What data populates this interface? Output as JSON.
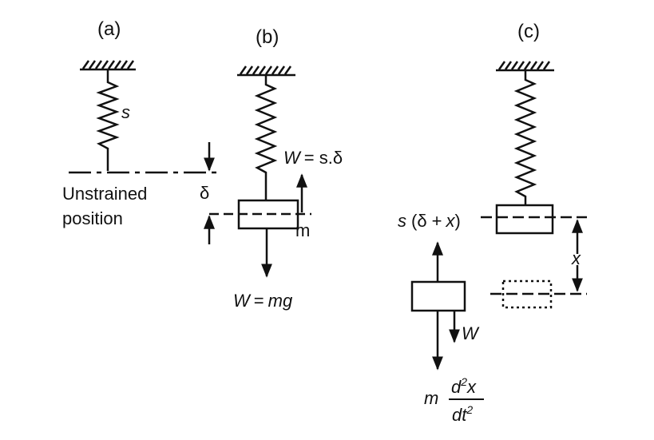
{
  "panels": {
    "a": {
      "label": "(a)",
      "spring_label": "s",
      "unstrained_line1": "Unstrained",
      "unstrained_line2": "position",
      "delta": "δ"
    },
    "b": {
      "label": "(b)",
      "spring_force_var": "W",
      "spring_force_rhs": "= s.δ",
      "mass_label": "m",
      "weight_var": "W",
      "weight_eq": "=",
      "weight_rhs": "mg"
    },
    "c": {
      "label": "(c)",
      "spring_force_s": "s",
      "spring_force_open": "(δ +",
      "spring_force_x": "x",
      "spring_force_close": ")",
      "displacement": "x",
      "weight": "W",
      "inertia_m": "m",
      "inertia_num": "d",
      "inertia_num_exp": "2",
      "inertia_num_x": "x",
      "inertia_den": "dt",
      "inertia_den_exp": "2"
    }
  },
  "colors": {
    "ink": "#111111",
    "background": "#ffffff"
  }
}
